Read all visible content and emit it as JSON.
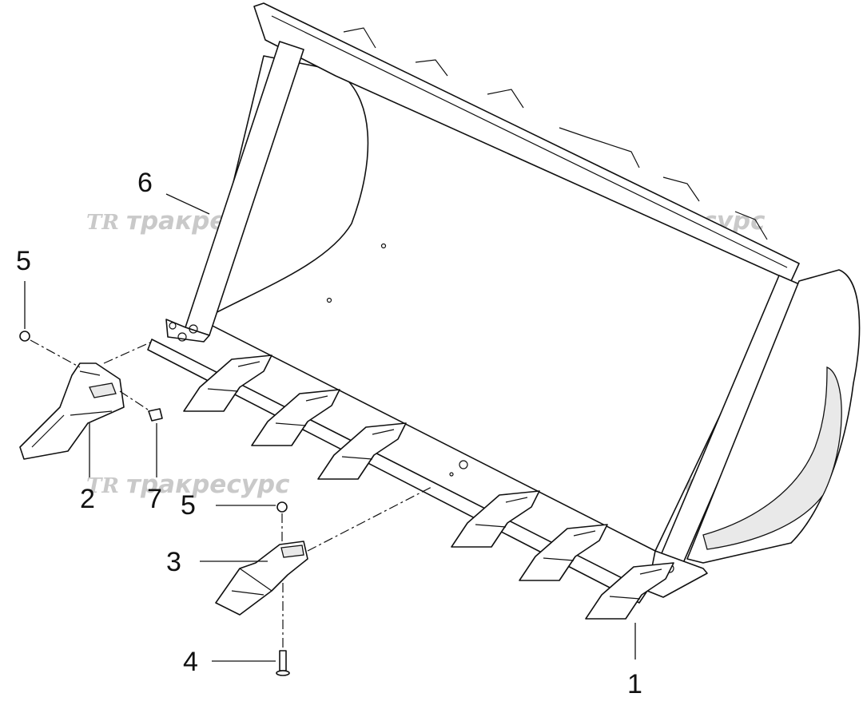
{
  "diagram": {
    "watermark": {
      "text": "трак­ресурс",
      "logo": "TR"
    },
    "callouts": [
      {
        "id": "1",
        "label": "1"
      },
      {
        "id": "2",
        "label": "2"
      },
      {
        "id": "3",
        "label": "3"
      },
      {
        "id": "4",
        "label": "4"
      },
      {
        "id": "5a",
        "label": "5"
      },
      {
        "id": "5b",
        "label": "5"
      },
      {
        "id": "6",
        "label": "6"
      },
      {
        "id": "7",
        "label": "7"
      }
    ]
  }
}
